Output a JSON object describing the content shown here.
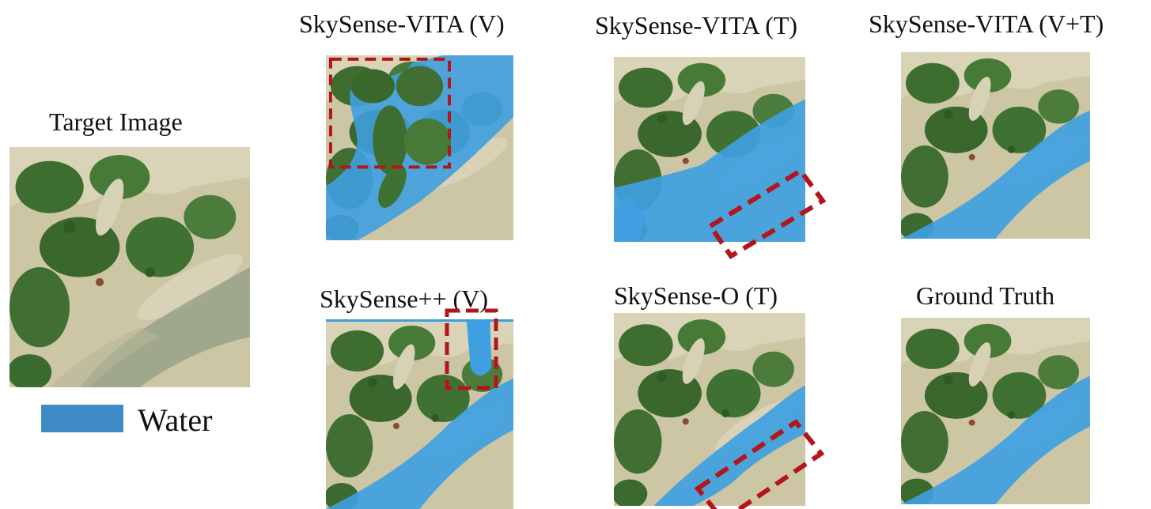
{
  "titles": {
    "target": "Target Image",
    "vita_v": "SkySense-VITA (V)",
    "vita_t": "SkySense-VITA (T)",
    "vita_vt": "SkySense-VITA (V+T)",
    "skysense_pp": "SkySense++ (V)",
    "skysense_o": "SkySense-O (T)",
    "ground_truth": "Ground Truth"
  },
  "legend": {
    "label": "Water",
    "color": "#3f8bc7"
  },
  "colors": {
    "water": "#3f9fe0",
    "terrain": "#cfc7a6",
    "vegetation": "#3b6a2e",
    "highlight_box": "#b3151a"
  }
}
